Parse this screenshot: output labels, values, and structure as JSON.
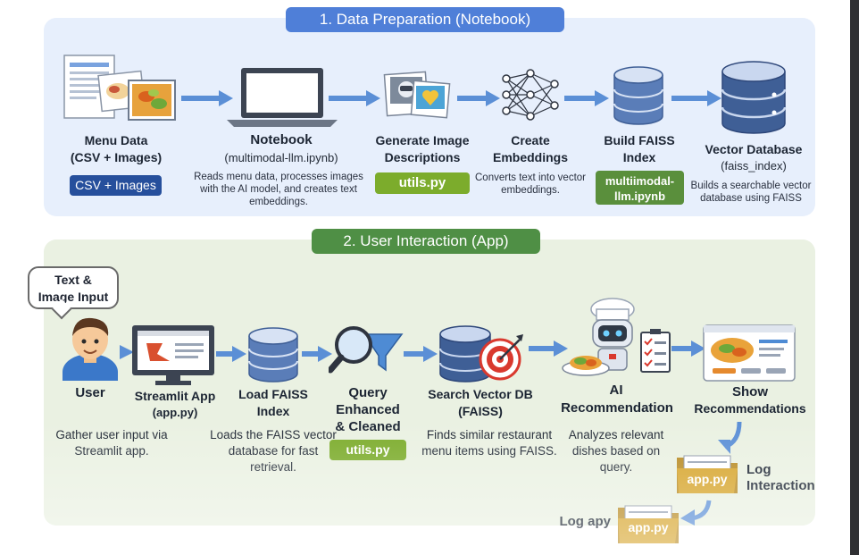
{
  "section1": {
    "title": "1. Data Preparation (Notebook)",
    "nodes": [
      {
        "label_1": "Menu Data",
        "label_2": "(CSV + Images)",
        "tag": "CSV + Images"
      },
      {
        "label": "Notebook",
        "sub": "(multimodal-llm.ipynb)",
        "desc": "Reads menu data, processes images with the AI model, and creates text embeddings."
      },
      {
        "label_1": "Generate Image",
        "label_2": "Descriptions",
        "tag": "utils.py"
      },
      {
        "label_1": "Create",
        "label_2": "Embeddings",
        "desc": "Converts text into vector embeddings."
      },
      {
        "label_1": "Build FAISS",
        "label_2": "Index",
        "tag_1": "multiimodal-",
        "tag_2": "llm.ipynb"
      },
      {
        "label": "Vector Database",
        "sub": "(faiss_index)",
        "desc": "Builds a searchable vector database using FAISS"
      }
    ]
  },
  "section2": {
    "title": "2. User Interaction (App)",
    "bubble_1": "Text &",
    "bubble_2": "Image Input",
    "nodes": [
      {
        "label": "User",
        "desc": "Gather user input via Streamlit app."
      },
      {
        "label": "Streamlit App",
        "sub": "(app.py)"
      },
      {
        "label_1": "Load FAISS",
        "label_2": "Index",
        "desc": "Loads the FAISS vector database for fast retrieval."
      },
      {
        "label_1": "Query",
        "label_2": "Enhanced",
        "label_3": "& Cleaned",
        "tag": "utils.py"
      },
      {
        "label_1": "Search Vector DB",
        "label_2": "(FAISS)",
        "desc": "Finds similar restaurant menu items using FAISS."
      },
      {
        "label_1": "AI",
        "label_2": "Recommendation",
        "desc": "Analyzes relevant dishes based on query."
      },
      {
        "label_1": "Show",
        "label_2": "Recommendations"
      }
    ],
    "log": {
      "folder1": "app.py",
      "label_1": "Log",
      "label_2": "Interaction",
      "folder2": "app.py",
      "label2": "Log apy"
    }
  },
  "colors": {
    "section1_bg": "#e7effc",
    "section2_bg": "#eaf1e2",
    "arrow": "#5b8fd6",
    "section1_title": "#4f7fd8",
    "section2_title": "#4f8f45"
  }
}
